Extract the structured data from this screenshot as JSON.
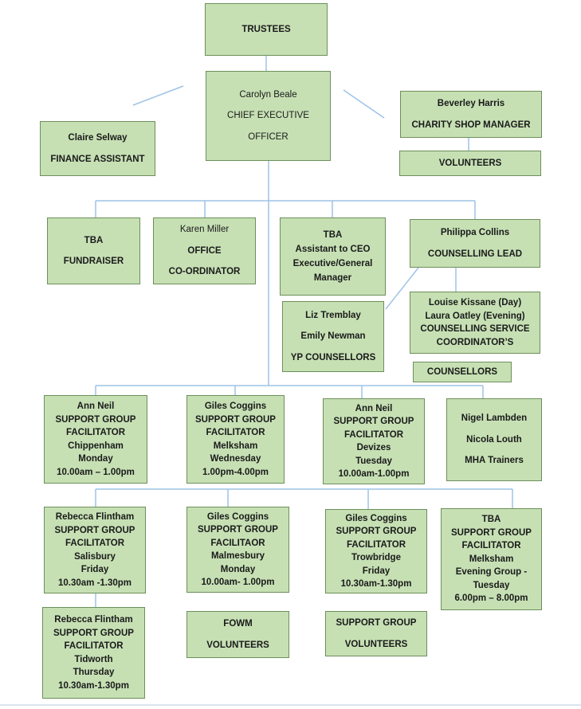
{
  "org_chart": {
    "trustees": {
      "lines": [
        "TRUSTEES"
      ]
    },
    "ceo": {
      "lines": [
        "Carolyn Beale",
        "CHIEF EXECUTIVE",
        "OFFICER"
      ]
    },
    "finance": {
      "lines": [
        "Claire Selway",
        "FINANCE ASSISTANT"
      ]
    },
    "shop_manager": {
      "lines": [
        "Beverley Harris",
        "CHARITY SHOP MANAGER"
      ]
    },
    "shop_volunteers": {
      "lines": [
        "VOLUNTEERS"
      ]
    },
    "fundraiser": {
      "lines": [
        "TBA",
        "FUNDRAISER"
      ]
    },
    "office": {
      "lines": [
        "Karen Miller",
        "OFFICE",
        "CO-ORDINATOR"
      ]
    },
    "assistant": {
      "lines": [
        "TBA",
        "Assistant to CEO",
        "Executive/General",
        "Manager"
      ]
    },
    "counselling_lead": {
      "lines": [
        "Philippa Collins",
        "COUNSELLING LEAD"
      ]
    },
    "yp_counsellors": {
      "lines": [
        "Liz Tremblay",
        "Emily Newman",
        "YP COUNSELLORS"
      ]
    },
    "coordinators": {
      "lines": [
        "Louise Kissane (Day)",
        "Laura Oatley (Evening)",
        "COUNSELLING SERVICE",
        "COORDINATOR’S"
      ]
    },
    "counsellors": {
      "lines": [
        "COUNSELLORS"
      ]
    },
    "sg_chippenham": {
      "lines": [
        "Ann Neil",
        "SUPPORT GROUP",
        "FACILITATOR",
        "Chippenham",
        "Monday",
        "10.00am – 1.00pm"
      ]
    },
    "sg_melksham_wed": {
      "lines": [
        "Giles Coggins",
        "SUPPORT GROUP",
        "FACILITATOR",
        "Melksham",
        "Wednesday",
        "1.00pm-4.00pm"
      ]
    },
    "sg_devizes": {
      "lines": [
        "Ann Neil",
        "SUPPORT GROUP",
        "FACILITATOR",
        "Devizes",
        "Tuesday",
        "10.00am-1.00pm"
      ]
    },
    "mha_trainers": {
      "lines": [
        "Nigel Lambden",
        "Nicola Louth",
        "MHA Trainers"
      ]
    },
    "sg_salisbury": {
      "lines": [
        "Rebecca Flintham",
        "SUPPORT GROUP",
        "FACILITATOR",
        "Salisbury",
        "Friday",
        "10.30am -1.30pm"
      ]
    },
    "sg_malmesbury": {
      "lines": [
        "Giles Coggins",
        "SUPPORT GROUP",
        "FACILITAOR",
        "Malmesbury",
        "Monday",
        "10.00am- 1.00pm"
      ]
    },
    "sg_trowbridge": {
      "lines": [
        "Giles Coggins",
        "SUPPORT GROUP",
        "FACILITATOR",
        "Trowbridge",
        "Friday",
        "10.30am-1.30pm"
      ]
    },
    "sg_melksham_eve": {
      "lines": [
        "TBA",
        "SUPPORT GROUP",
        "FACILITATOR",
        "Melksham",
        "Evening Group -",
        "Tuesday",
        "6.00pm – 8.00pm"
      ]
    },
    "sg_tidworth": {
      "lines": [
        "Rebecca Flintham",
        "SUPPORT GROUP",
        "FACILITATOR",
        "Tidworth",
        "Thursday",
        "10.30am-1.30pm"
      ]
    },
    "fowm_volunteers": {
      "lines": [
        "FOWM",
        "VOLUNTEERS"
      ]
    },
    "sg_volunteers": {
      "lines": [
        "SUPPORT GROUP",
        "VOLUNTEERS"
      ]
    }
  },
  "colors": {
    "box_fill": "#c6e0b4",
    "box_border": "#6d8f5a",
    "connector": "#9dc3e6"
  }
}
